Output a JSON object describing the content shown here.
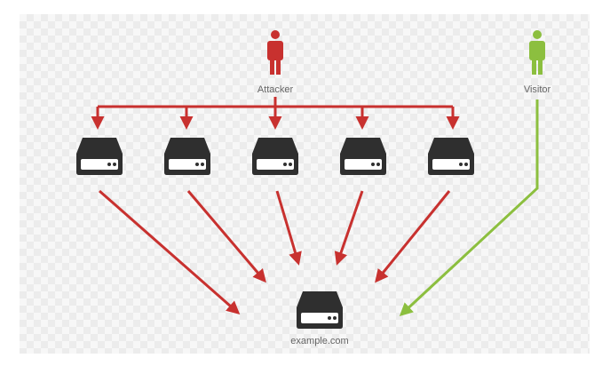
{
  "colors": {
    "attack": "#c8312f",
    "visitor": "#8cbf3f",
    "server": "#2f2f2f",
    "label": "#666666"
  },
  "attacker": {
    "label": "Attacker",
    "icon": "person-icon"
  },
  "visitor": {
    "label": "Visitor",
    "icon": "person-icon"
  },
  "botnet": {
    "count": 5,
    "icon": "server-icon"
  },
  "target": {
    "label": "example.com",
    "icon": "server-icon"
  }
}
